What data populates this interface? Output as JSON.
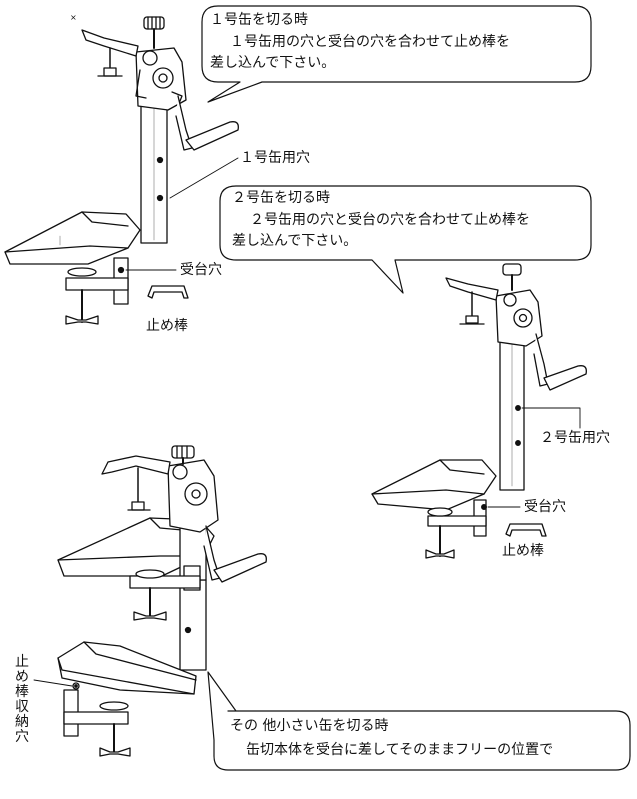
{
  "callouts": {
    "can1": {
      "title": "１号缶を切る時",
      "line1": "１号缶用の穴と受台の穴を合わせて止め棒を",
      "line2": "差し込んで下さい。"
    },
    "can2": {
      "title": "２号缶を切る時",
      "line1": "２号缶用の穴と受台の穴を合わせて止め棒を",
      "line2": "差し込んで下さい。"
    },
    "small": {
      "title": "その 他小さい缶を切る時",
      "line1": "缶切本体を受台に差してそのままフリーの位置で"
    }
  },
  "labels": {
    "hole1": "１号缶用穴",
    "base_hole_1": "受台穴",
    "stop_rod_1": "止め棒",
    "hole2": "２号缶用穴",
    "base_hole_2": "受台穴",
    "stop_rod_2": "止め棒",
    "storage_hole": "止め棒収納穴"
  }
}
